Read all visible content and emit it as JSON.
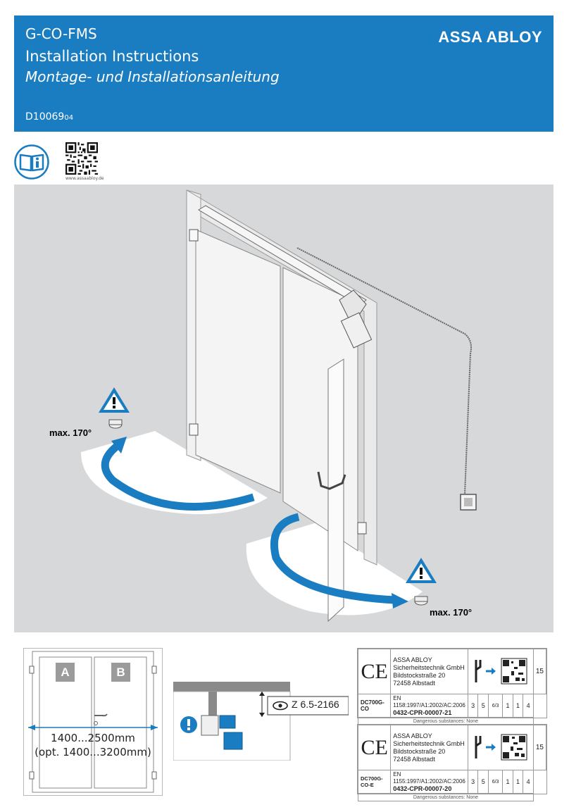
{
  "header": {
    "product": "G-CO-FMS",
    "title_en": "Installation Instructions",
    "title_de": "Montage- und Installationsanleitung",
    "doc_number": "D10069",
    "doc_revision": "04",
    "brand": "ASSA ABLOY",
    "color": "#1a7cc1"
  },
  "qr": {
    "url": "www.assaabloy.de"
  },
  "scene": {
    "opening_left": "max. 170°",
    "opening_right": "max. 170°",
    "arrow_color": "#1a7cc1",
    "warning_color": "#1a7cc1"
  },
  "doors_panel": {
    "leaf_a": "A",
    "leaf_b": "B",
    "width_range": "1400...2500mm",
    "width_optional": "(opt. 1400...3200mm)"
  },
  "detail_panel": {
    "reference": "Z 6.5-2166",
    "icons": [
      "info-exclamation-icon",
      "eye-icon"
    ]
  },
  "ce_labels": [
    {
      "company": "ASSA ABLOY",
      "company2": "Sicherheitstechnik GmbH",
      "street": "Bildstockstraße 20",
      "city": "72458 Albstadt",
      "year": "15",
      "model": "DC700G-CO",
      "standard": "EN 1158:1997/A1:2002/AC:2006",
      "certificate": "0432-CPR-00007-21",
      "classes": [
        "3",
        "5",
        "6/3",
        "1",
        "1",
        "4"
      ],
      "substances": "Dangerous substances: None"
    },
    {
      "company": "ASSA ABLOY",
      "company2": "Sicherheitstechnik GmbH",
      "street": "Bildstockstraße 20",
      "city": "72458 Albstadt",
      "year": "15",
      "model": "DC700G-CO-E",
      "standard": "EN 1155:1997/A1:2002/AC:2006",
      "certificate": "0432-CPR-00007-20",
      "classes": [
        "3",
        "5",
        "6/3",
        "1",
        "1",
        "4"
      ],
      "substances": "Dangerous substances: None"
    }
  ]
}
